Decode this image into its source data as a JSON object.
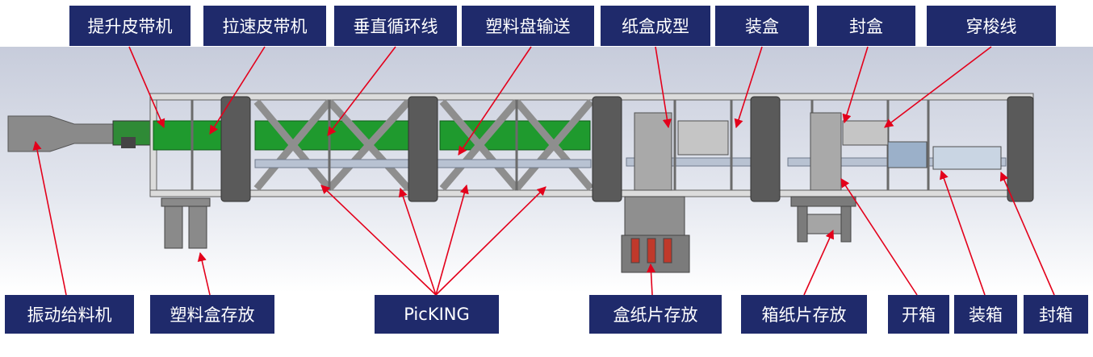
{
  "labels": {
    "lift_belt": "提升皮带机",
    "speed_belt": "拉速皮带机",
    "vertical_loop": "垂直循环线",
    "tray_conveyor": "塑料盘输送",
    "carton_forming": "纸盒成型",
    "boxing": "装盒",
    "box_sealing": "封盒",
    "shuttle_line": "穿梭线",
    "vibratory_feeder": "振动给料机",
    "plastic_box_storage": "塑料盒存放",
    "picking": "PicKING",
    "carton_sheet_storage": "盒纸片存放",
    "case_sheet_storage": "箱纸片存放",
    "case_opening": "开箱",
    "case_packing": "装箱",
    "case_sealing": "封箱"
  },
  "colors": {
    "label_bg": "#1f2a6b",
    "label_text": "#ffffff",
    "arrow": "#e3001b",
    "frame": "#7a7a7a",
    "belt_green": "#1f9a2e"
  }
}
